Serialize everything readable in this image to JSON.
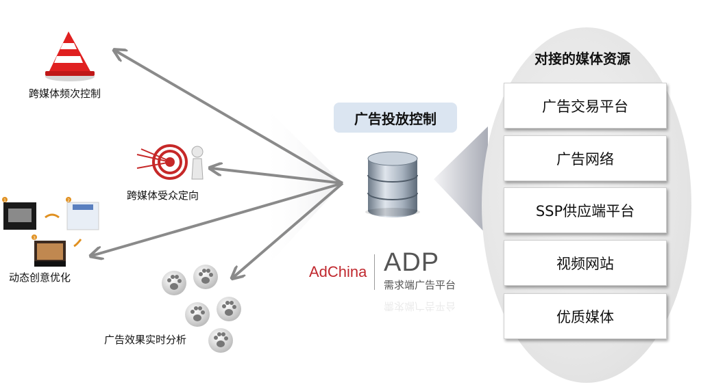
{
  "resources": {
    "title": "对接的媒体资源",
    "items": [
      "广告交易平台",
      "广告网络",
      "SSP供应端平台",
      "视频网站",
      "优质媒体"
    ]
  },
  "control": {
    "title": "广告投放控制"
  },
  "brand": {
    "company": "AdChina",
    "product": "ADP",
    "subtitle": "需求端广告平台"
  },
  "features": {
    "frequency": "跨媒体频次控制",
    "targeting": "跨媒体受众定向",
    "creative": "动态创意优化",
    "analytics": "广告效果实时分析"
  },
  "creative_steps": [
    "1",
    "2",
    "3"
  ],
  "colors": {
    "brand_red": "#c0282e",
    "arrow": "#8a8a8a",
    "highlight": "#dbe5f1"
  }
}
